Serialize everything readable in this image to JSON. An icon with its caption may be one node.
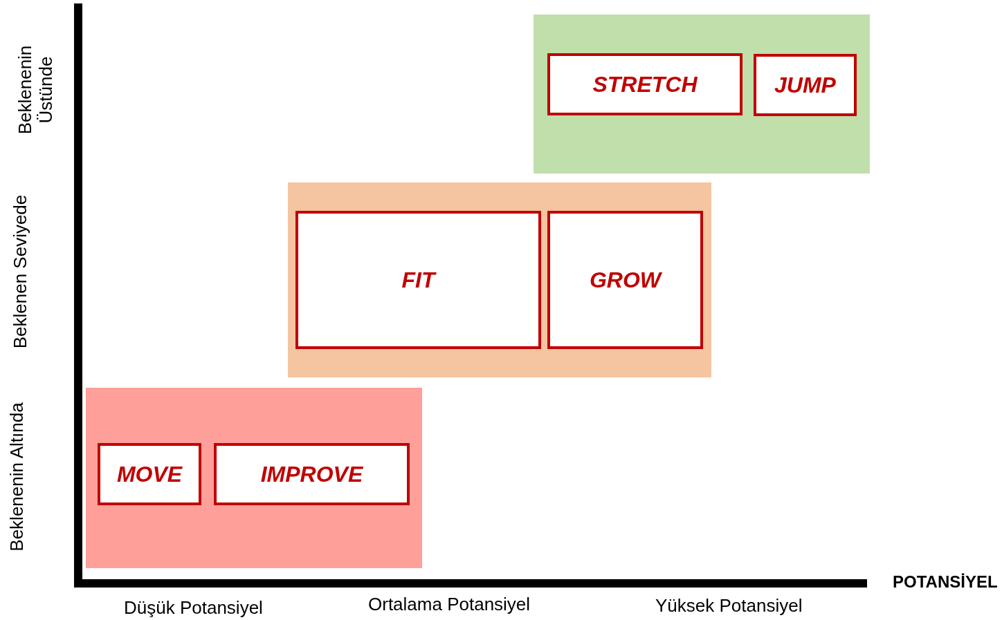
{
  "diagram": {
    "nodes": [
      {
        "text": [],
        "shape": "box"
      },
      {
        "text": [
          "STRETCH"
        ],
        "in": 0
      },
      {
        "text": [
          "JUMP"
        ],
        "in": 0
      },
      {
        "text": [],
        "shape": "box"
      },
      {
        "text": [
          "FIT"
        ],
        "in": 3
      },
      {
        "text": [
          "GROW"
        ],
        "in": 3
      },
      {
        "text": [],
        "shape": "box"
      },
      {
        "text": [
          "MOVE"
        ],
        "in": 6
      },
      {
        "text": [
          "IMPROVE"
        ],
        "in": 6
      }
    ],
    "edges": [],
    "labels": [
      "Beklenenin Üstünde",
      "Beklenen Seviyede",
      "Beklenenin Altında",
      "POTANSİYEL",
      "Düşük Potansiyel",
      "Ortalama Potansiyel",
      "Yüksek Potansiyel"
    ]
  }
}
